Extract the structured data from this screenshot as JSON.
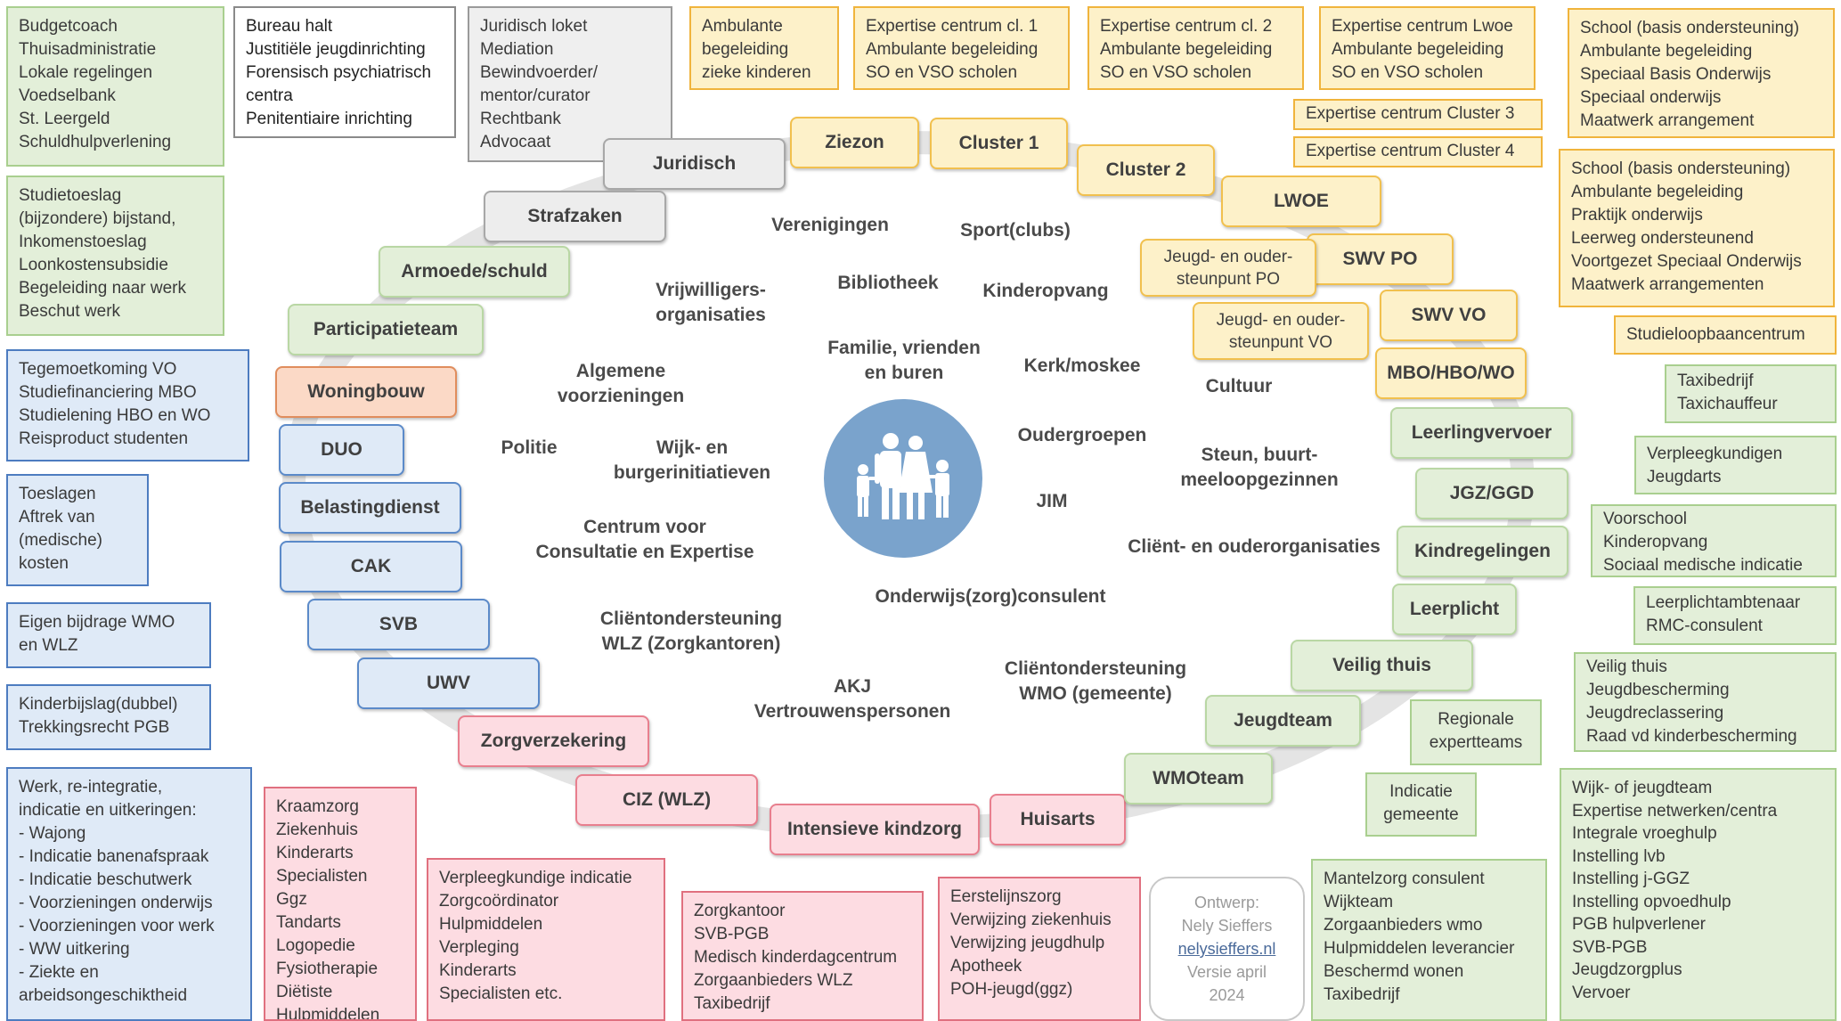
{
  "colors": {
    "green": "#e3efd9",
    "yellow": "#fdf1c9",
    "blue": "#dfeaf7",
    "pink": "#fddce2",
    "grey": "#efefef",
    "orange": "#fbd9c6",
    "center_circle": "#7aa3cc"
  },
  "center_icon": "family-icon",
  "corner_boxes": {
    "budgetcoach": "Budgetcoach\nThuisadministratie\nLokale regelingen\nVoedselbank\nSt. Leergeld\nSchuldhulpverlening",
    "bureau_halt": "Bureau halt\nJustitiële jeugdinrichting\nForensisch psychiatrisch\ncentra\nPenitentiaire  inrichting",
    "juridisch_loket": "Juridisch loket\nMediation\nBewindvoerder/\nmentor/curator\nRechtbank\nAdvocaat",
    "ambulante_zieke": "Ambulante\nbegeleiding\nzieke kinderen",
    "expertise_cl1": "Expertise centrum cl. 1\nAmbulante begeleiding\nSO en VSO scholen",
    "expertise_cl2": "Expertise centrum cl. 2\nAmbulante begeleiding\nSO en VSO scholen",
    "expertise_lwoe": "Expertise centrum Lwoe\nAmbulante begeleiding\nSO en VSO scholen",
    "school_basis_1": "School (basis ondersteuning)\nAmbulante begeleiding\nSpeciaal Basis Onderwijs\nSpeciaal onderwijs\nMaatwerk arrangement",
    "expertise_cluster3": "Expertise centrum Cluster 3",
    "expertise_cluster4": "Expertise centrum Cluster 4",
    "school_basis_2": "School (basis ondersteuning)\nAmbulante begeleiding\nPraktijk onderwijs\nLeerweg ondersteunend\nVoortgezet Speciaal Onderwijs\nMaatwerk arrangementen",
    "studieloopbaan": "Studieloopbaancentrum",
    "taxi": "Taxibedrijf\nTaxichauffeur",
    "verpleegkundigen": "Verpleegkundigen\nJeugdarts",
    "voorschool": "Voorschool\nKinderopvang\nSociaal medische indicatie",
    "leerplichtambtenaar": "Leerplichtambtenaar\nRMC-consulent",
    "veilig_thuis_box": "Veilig thuis\nJeugdbescherming\nJeugdreclassering\nRaad vd kinderbescherming",
    "regionale": "Regionale\nexpertteams",
    "indicatie": "Indicatie\ngemeente",
    "wijkteam_box": "Wijk- of jeugdteam\nExpertise netwerken/centra\nIntegrale vroeghulp\nInstelling lvb\nInstelling j-GGZ\nInstelling opvoedhulp\nPGB hulpverlener\nSVB-PGB\nJeugdzorgplus\nVervoer",
    "mantelzorg": "Mantelzorg consulent\nWijkteam\nZorgaanbieders wmo\nHulpmiddelen leverancier\nBeschermd wonen\nTaxibedrijf",
    "eerstelijn": "Eerstelijnszorg\nVerwijzing ziekenhuis\nVerwijzing jeugdhulp\nApotheek\nPOH-jeugd(ggz)",
    "zorgkantoor": "Zorgkantoor\nSVB-PGB\nMedisch kinderdagcentrum\nZorgaanbieders WLZ\nTaxibedrijf",
    "verpleegkundige_ind": "Verpleegkundige indicatie\nZorgcoördinator\nHulpmiddelen\nVerpleging\nKinderarts\nSpecialisten etc.",
    "kraamzorg": "Kraamzorg\nZiekenhuis\nKinderarts\nSpecialisten\nGgz\nTandarts\nLogopedie\nFysiotherapie\nDiëtiste\nHulpmiddelen",
    "werk": "Werk, re-integratie,\nindicatie en uitkeringen:\n- Wajong\n- Indicatie banenafspraak\n- Indicatie beschutwerk\n- Voorzieningen onderwijs\n- Voorzieningen voor werk\n- WW uitkering\n- Ziekte en\narbeidsongeschiktheid",
    "kinderbijslag": "Kinderbijslag(dubbel)\nTrekkingsrecht PGB",
    "eigen_bijdrage": "Eigen bijdrage WMO\nen WLZ",
    "toeslagen": "Toeslagen\nAftrek van\n(medische)\nkosten",
    "tegemoetkoming": "Tegemoetkoming VO\nStudiefinanciering MBO\nStudielening HBO en WO\nReisproduct studenten",
    "studietoeslag": "Studietoeslag\n(bijzondere) bijstand,\nInkomenstoeslag\nLoonkostensubsidie\nBegeleiding naar werk\nBeschut werk"
  },
  "ring": {
    "juridisch": "Juridisch",
    "strafzaken": "Strafzaken",
    "armoede": "Armoede/schuld",
    "participatieteam": "Participatieteam",
    "woningbouw": "Woningbouw",
    "duo": "DUO",
    "belastingdienst": "Belastingdienst",
    "cak": "CAK",
    "svb": "SVB",
    "uwv": "UWV",
    "zorgverzekering": "Zorgverzekering",
    "ciz": "CIZ (WLZ)",
    "intensieve_kindzorg": "Intensieve kindzorg",
    "huisarts": "Huisarts",
    "wmoteam": "WMOteam",
    "jeugdteam": "Jeugdteam",
    "veilig_thuis": "Veilig thuis",
    "leerplicht": "Leerplicht",
    "kindregelingen": "Kindregelingen",
    "jgz": "JGZ/GGD",
    "leerlingvervoer": "Leerlingvervoer",
    "mbo": "MBO/HBO/WO",
    "swv_vo": "SWV VO",
    "jeugd_vo": "Jeugd- en ouder-\nsteunpunt VO",
    "swv_po": "SWV PO",
    "jeugd_po": "Jeugd- en ouder-\nsteunpunt PO",
    "lwoe": "LWOE",
    "cluster2": "Cluster 2",
    "cluster1": "Cluster 1",
    "ziezon": "Ziezon"
  },
  "center_labels": {
    "verenigingen": "Verenigingen",
    "sport": "Sport(clubs)",
    "bibliotheek": "Bibliotheek",
    "vrijwilligers": "Vrijwilligers-\norganisaties",
    "kinderopvang": "Kinderopvang",
    "familie": "Familie, vrienden\nen buren",
    "algemene": "Algemene\nvoorzieningen",
    "kerk": "Kerk/moskee",
    "cultuur": "Cultuur",
    "politie": "Politie",
    "wijk": "Wijk- en\nburgerinitiatieven",
    "oudergroepen": "Oudergroepen",
    "steun": "Steun, buurt-\nmeeloopgezinnen",
    "jim": "JIM",
    "centrum": "Centrum voor\nConsultatie en Expertise",
    "clientenouder": "Cliënt- en ouderorganisaties",
    "onderwijs": "Onderwijs(zorg)consulent",
    "wlz": "Cliëntondersteuning\nWLZ (Zorgkantoren)",
    "akj": "AKJ\nVertrouwenspersonen",
    "wmo": "Cliëntondersteuning\nWMO (gemeente)"
  },
  "design": {
    "line1": "Ontwerp:",
    "line2": "Nely Sieffers",
    "link": "nelysieffers.nl",
    "line3": "Versie april",
    "line4": "2024"
  }
}
